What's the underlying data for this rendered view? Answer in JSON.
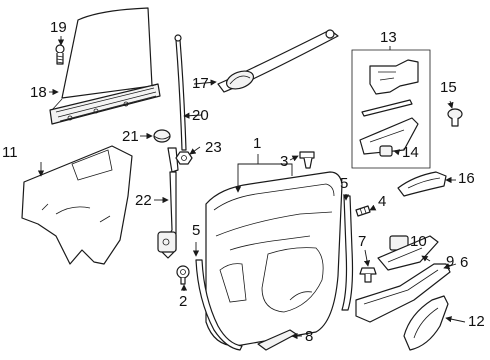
{
  "diagram": {
    "colors": {
      "line": "#1a1a1a",
      "text": "#111111",
      "background": "#ffffff"
    },
    "callouts": {
      "c1": "1",
      "c2": "2",
      "c3": "3",
      "c4": "4",
      "c5a": "5",
      "c5b": "5",
      "c6": "6",
      "c7": "7",
      "c8": "8",
      "c9": "9",
      "c10": "10",
      "c11": "11",
      "c12": "12",
      "c13": "13",
      "c14": "14",
      "c15": "15",
      "c16": "16",
      "c17": "17",
      "c18": "18",
      "c19": "19",
      "c20": "20",
      "c21": "21",
      "c22": "22",
      "c23": "23"
    }
  }
}
